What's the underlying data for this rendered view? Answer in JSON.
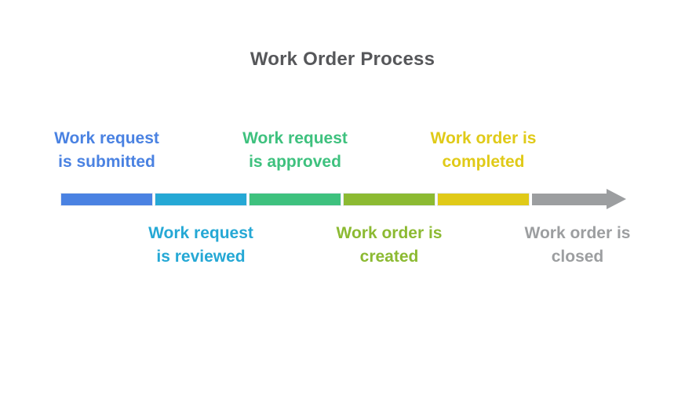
{
  "title": "Work Order Process",
  "diagram": {
    "title_color": "#56575a",
    "arrow_color": "#9c9ea0",
    "steps": [
      {
        "label": "Work request\nis submitted",
        "color": "#4a82e2",
        "position": "above"
      },
      {
        "label": "Work request\nis reviewed",
        "color": "#25a8d5",
        "position": "below"
      },
      {
        "label": "Work request\nis approved",
        "color": "#3ec17e",
        "position": "above"
      },
      {
        "label": "Work order is\ncreated",
        "color": "#8cba32",
        "position": "below"
      },
      {
        "label": "Work order is\ncompleted",
        "color": "#e0ca18",
        "position": "above"
      },
      {
        "label": "Work order is\nclosed",
        "color": "#9c9ea0",
        "position": "below"
      }
    ]
  }
}
